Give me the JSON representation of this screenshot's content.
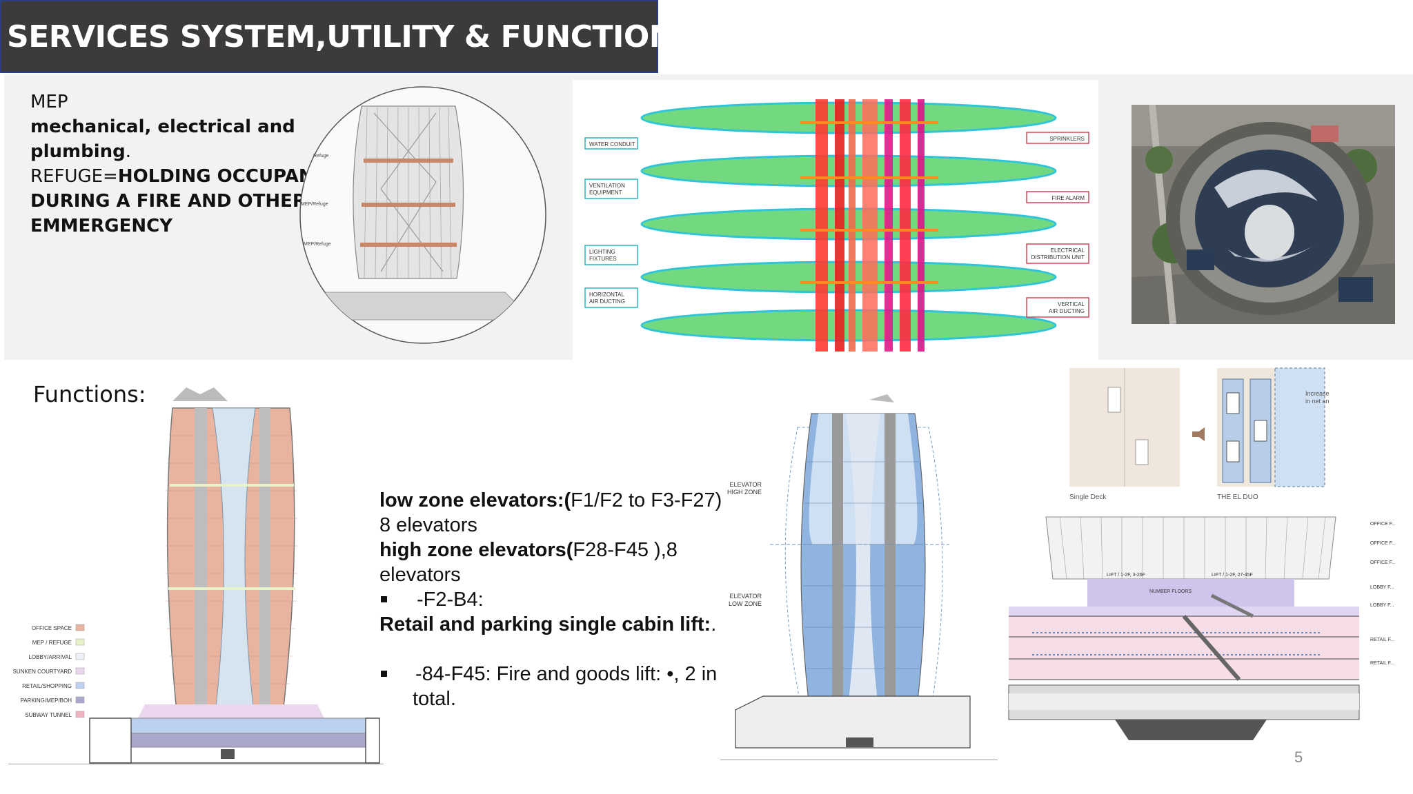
{
  "slide": {
    "title": "SERVICES SYSTEM,UTILITY & FUNCTIONS",
    "title_colon": ":",
    "page_number": "5"
  },
  "mep": {
    "line1": "MEP",
    "line2": "mechanical, electrical and",
    "line3": "plumbing",
    "line3_suffix": ".",
    "line4_prefix": "REFUGE=",
    "line4_bold": "HOLDING OCCUPANT",
    "line5": "DURING A FIRE AND OTHER",
    "line6": "EMMERGENCY"
  },
  "refuge_diagram": {
    "labels": [
      "Refuge",
      "MEP/Refuge",
      "MEP/Refuge"
    ]
  },
  "mep_diagram": {
    "left_labels": [
      [
        "WATER CONDUIT"
      ],
      [
        "VENTILATION",
        "EQUIPMENT"
      ],
      [
        "LIGHTING",
        "FIXTURES"
      ],
      [
        "HORIZONTAL",
        "AIR DUCTING"
      ]
    ],
    "right_labels": [
      [
        "SPRINKLERS"
      ],
      [
        "FIRE ALARM"
      ],
      [
        "ELECTRICAL",
        "DISTRIBUTION UNIT"
      ],
      [
        "VERTICAL",
        "AIR DUCTING"
      ]
    ]
  },
  "functions": {
    "label": "Functions:",
    "legend": [
      {
        "name": "OFFICE SPACE",
        "color": "#e8b4a0"
      },
      {
        "name": "MEP / REFUGE",
        "color": "#e6f2c8"
      },
      {
        "name": "LOBBY/ARRIVAL",
        "color": "#eef2f8"
      },
      {
        "name": "SUNKEN COURTYARD",
        "color": "#ead7ee"
      },
      {
        "name": "RETAIL/SHOPPING",
        "color": "#bcd0f0"
      },
      {
        "name": "PARKING/MEP/BOH",
        "color": "#a9a7cc"
      },
      {
        "name": "SUBWAY TUNNEL",
        "color": "#f0b4c0"
      }
    ]
  },
  "elevators": {
    "low_bold": "low zone elevators:(",
    "low_rest": "F1/F2 to F3-F27)",
    "low_count": "8 elevators",
    "high_bold": "high zone elevators(",
    "high_rest": "F28-F45 ),8",
    "high_count": "elevators",
    "bullet1": "-F2-B4:",
    "retail_bold": "Retail and parking single cabin lift:",
    "retail_suffix": ".",
    "bullet2_line1": "-84-F45: Fire and goods lift: •, 2 in",
    "bullet2_line2": "total."
  },
  "zone_diagram": {
    "high_zone": [
      "ELEVATOR",
      "HIGH ZONE"
    ],
    "low_zone": [
      "ELEVATOR",
      "LOW ZONE"
    ]
  },
  "deck_diagram": {
    "left_caption": "Single Deck",
    "right_caption": "THE EL DUO",
    "note_line1": "Increase",
    "note_line2": "in net area"
  },
  "section_diagram": {
    "lift_labels": [
      "LIFT / 1-2F, 3-26F",
      "LIFT / 1-2F, 27-45F"
    ],
    "floor_label": "NUMBER FLOORS",
    "right_labels": [
      "OFFICE F...",
      "OFFICE F...",
      "OFFICE F...",
      "LOBBY F...",
      "LOBBY F...",
      "RETAIL F...",
      "RETAIL F..."
    ]
  },
  "colors": {
    "title_bg": "#3d3a3a",
    "title_border": "#2d3f7a",
    "panel_bg": "#f2f2f2",
    "office": "#e8b4a0",
    "core_blue": "#6f8fd8"
  }
}
